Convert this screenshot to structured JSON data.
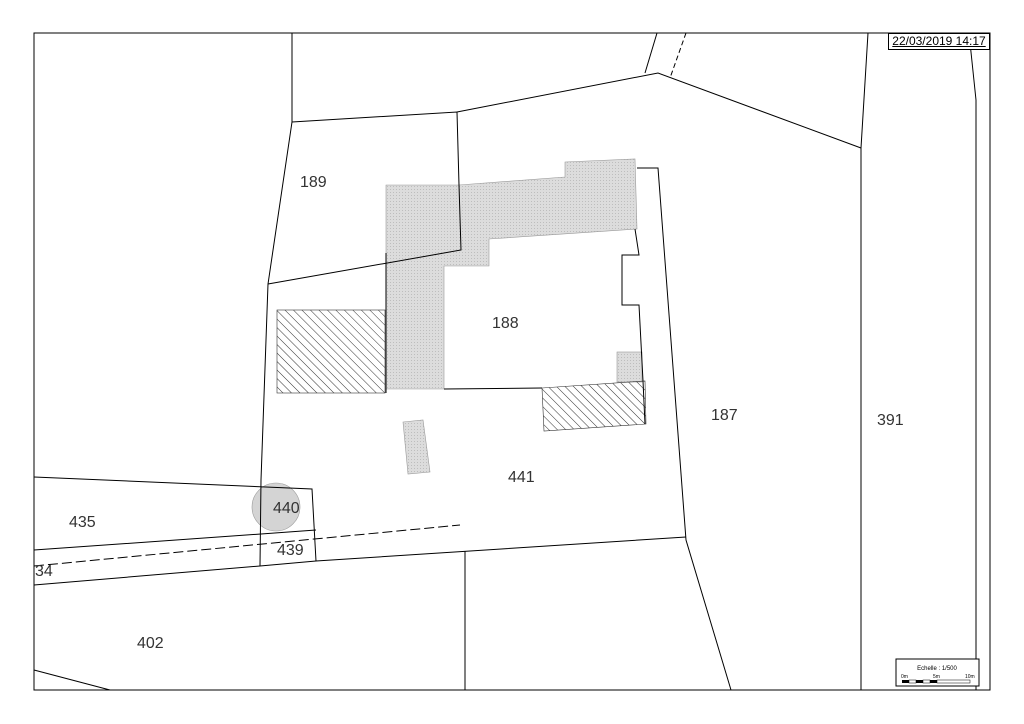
{
  "map": {
    "timestamp": "22/03/2019 14:17",
    "parcels": [
      {
        "id": "p189",
        "label": "189"
      },
      {
        "id": "p188",
        "label": "188"
      },
      {
        "id": "p187",
        "label": "187"
      },
      {
        "id": "p391",
        "label": "391"
      },
      {
        "id": "p441",
        "label": "441"
      },
      {
        "id": "p440",
        "label": "440"
      },
      {
        "id": "p439",
        "label": "439"
      },
      {
        "id": "p435",
        "label": "435"
      },
      {
        "id": "p34",
        "label": "34"
      },
      {
        "id": "p402",
        "label": "402"
      }
    ],
    "scale": {
      "title": "Echelle : 1/500",
      "ticks": [
        "0m",
        "5m",
        "10m"
      ]
    },
    "colors": {
      "building_fill": "#d9d9d9",
      "hatch_stroke": "#333333",
      "line": "#000000"
    }
  }
}
